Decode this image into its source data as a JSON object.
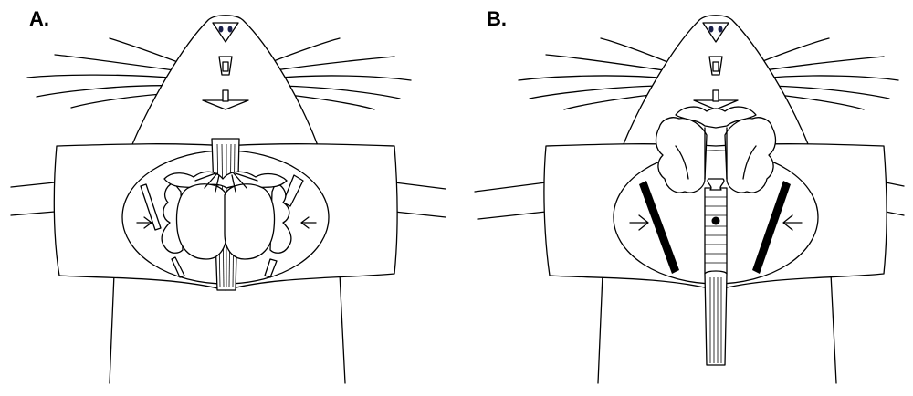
{
  "panels": [
    {
      "id": "A",
      "label": "A."
    },
    {
      "id": "B",
      "label": "B."
    }
  ],
  "colors": {
    "line": "#000000",
    "background": "#ffffff",
    "eye": "#1a1f4a"
  }
}
